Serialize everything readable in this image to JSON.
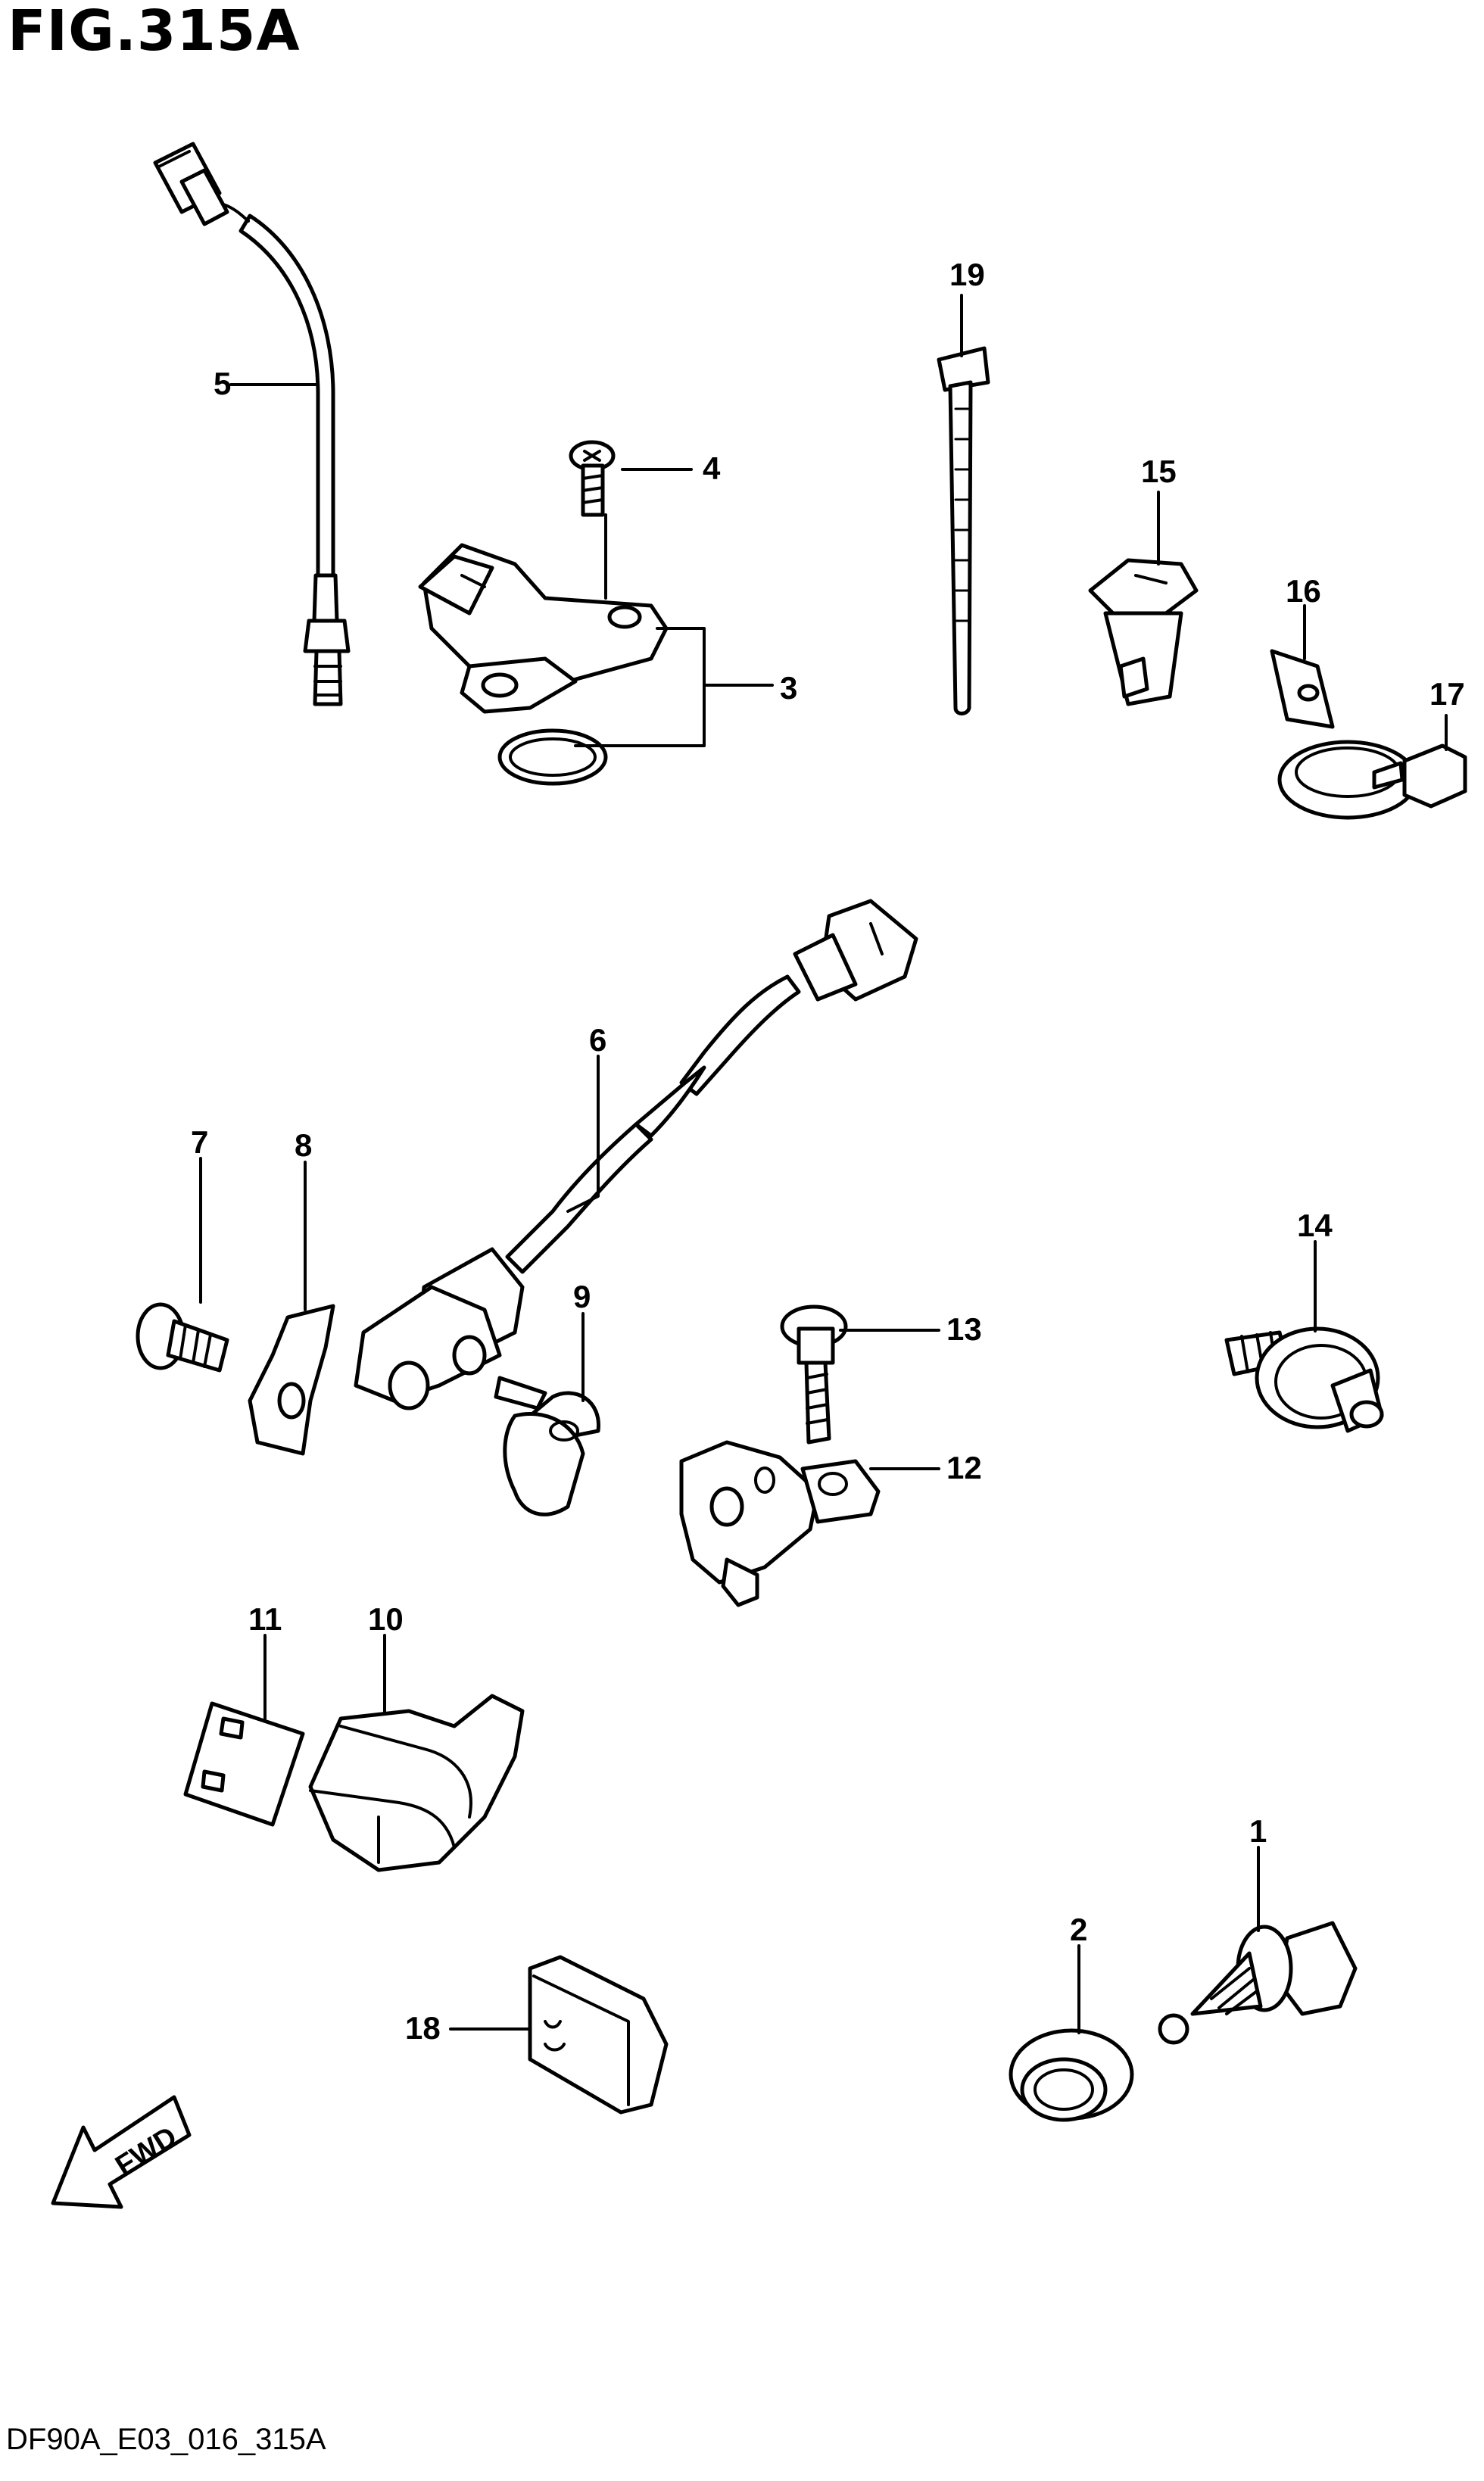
{
  "figure_title": "FIG.315A",
  "footer_code": "DF90A_E03_016_315A",
  "direction_label": "FWD",
  "callouts": {
    "c1": "1",
    "c2": "2",
    "c3": "3",
    "c4": "4",
    "c5": "5",
    "c6": "6",
    "c7": "7",
    "c8": "8",
    "c9": "9",
    "c10": "10",
    "c11": "11",
    "c12": "12",
    "c13": "13",
    "c14": "14",
    "c15": "15",
    "c16": "16",
    "c17": "17",
    "c18": "18",
    "c19": "19"
  }
}
